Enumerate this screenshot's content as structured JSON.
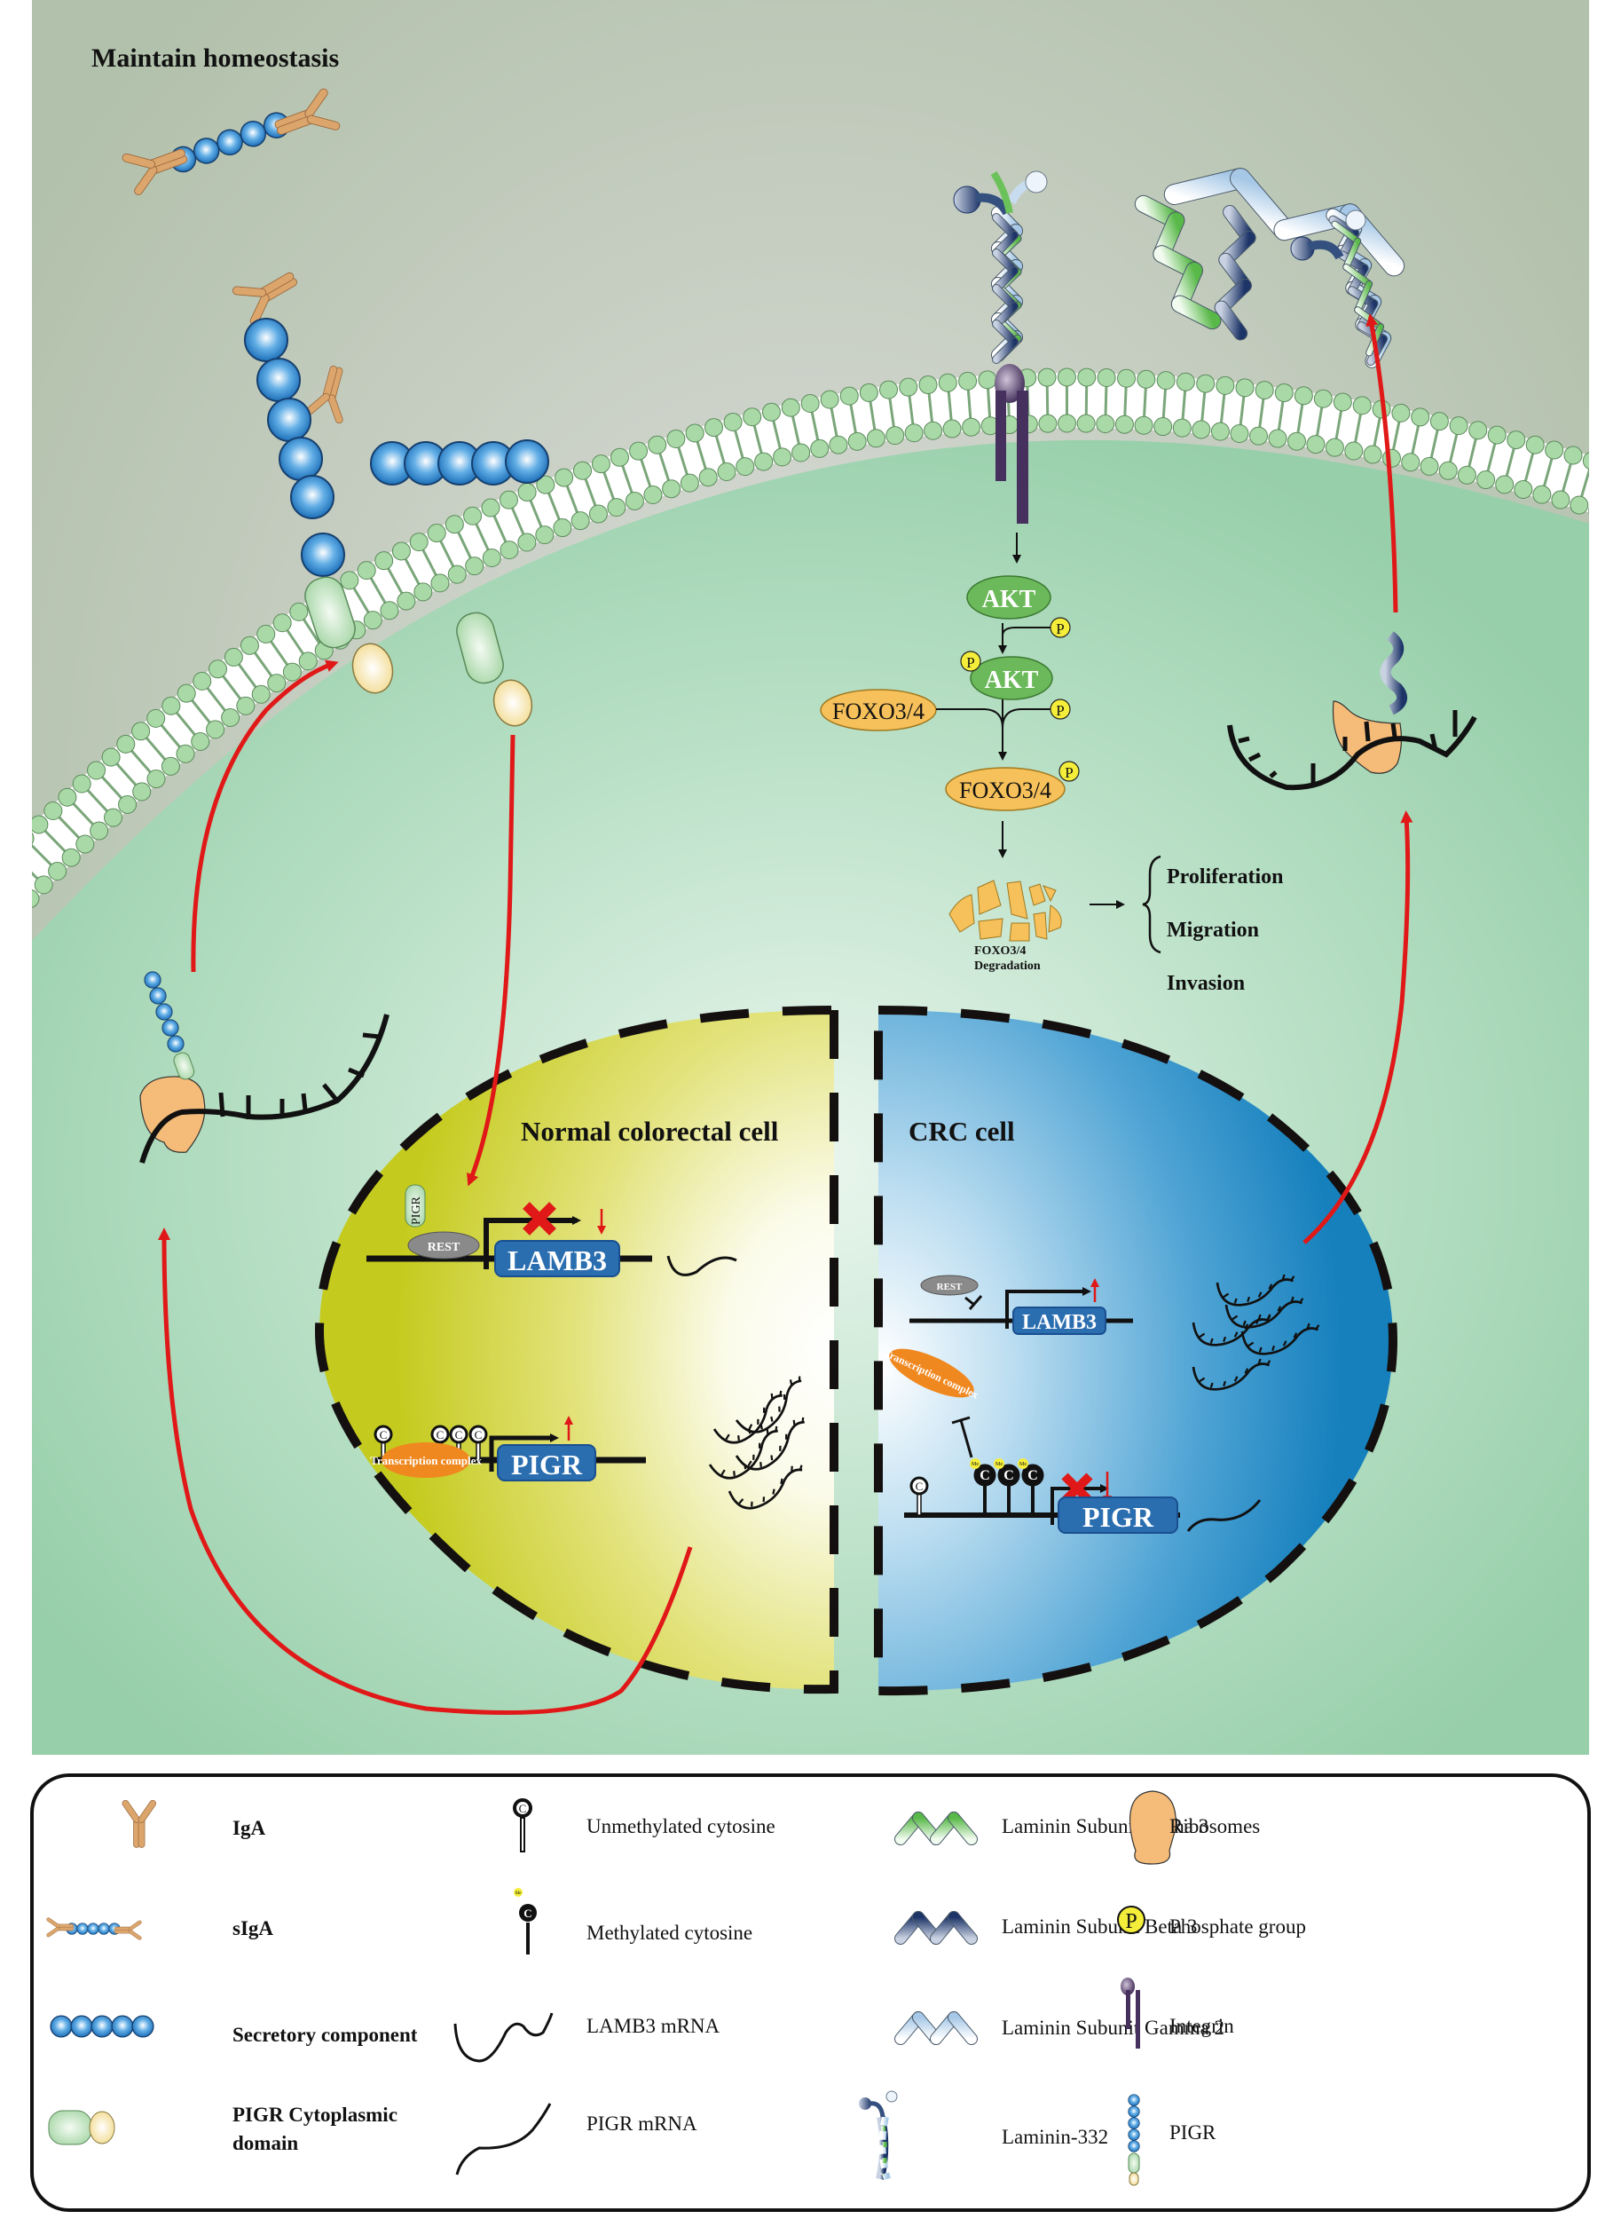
{
  "title": "Maintain homeostasis",
  "pathway": {
    "akt_label": "AKT",
    "akt_phospho_label": "AKT",
    "foxo_label": "FOXO3/4",
    "foxo_phospho_label": "FOXO3/4",
    "phosphate_symbol": "P",
    "degradation_label_line1": "FOXO3/4",
    "degradation_label_line2": "Degradation",
    "outcomes": [
      "Proliferation",
      "Migration",
      "Invasion"
    ]
  },
  "nucleus": {
    "normal": {
      "title": "Normal colorectal cell",
      "pigr_tag": "PIGR",
      "rest_label": "REST",
      "lamb3_gene": "LAMB3",
      "lamb3_status": "down",
      "transcription_complex": "Transcription complex",
      "pigr_gene": "PIGR",
      "pigr_status": "up",
      "cytosine_symbol": "C"
    },
    "crc": {
      "title": "CRC cell",
      "rest_label": "REST",
      "lamb3_gene": "LAMB3",
      "lamb3_status": "up",
      "transcription_complex": "Transcription complex",
      "pigr_gene": "PIGR",
      "pigr_status": "down",
      "cytosine_symbol": "C",
      "methyl_symbol": "Me"
    }
  },
  "legend": {
    "items": [
      {
        "icon": "iga-icon",
        "label": "IgA"
      },
      {
        "icon": "siga-icon",
        "label": "sIgA"
      },
      {
        "icon": "secretory-component-icon",
        "label": "Secretory component"
      },
      {
        "icon": "pigr-cytoplasmic-domain-icon",
        "label_line1": "PIGR Cytoplasmic",
        "label_line2": "domain"
      },
      {
        "icon": "unmethylated-cytosine-icon",
        "label": "Unmethylated cytosine"
      },
      {
        "icon": "methylated-cytosine-icon",
        "label": "Methylated cytosine"
      },
      {
        "icon": "lamb3-mrna-icon",
        "label": "LAMB3 mRNA"
      },
      {
        "icon": "pigr-mrna-icon",
        "label": "PIGR mRNA"
      },
      {
        "icon": "laminin-alpha3-icon",
        "label": "Laminin Subunit Alpha 3"
      },
      {
        "icon": "laminin-beta3-icon",
        "label": "Laminin Subunit Beta 3"
      },
      {
        "icon": "laminin-gamma2-icon",
        "label": "Laminin Subunit Gamma 2"
      },
      {
        "icon": "laminin-332-icon",
        "label": "Laminin-332"
      },
      {
        "icon": "ribosome-icon",
        "label": "Ribosomes"
      },
      {
        "icon": "phosphate-group-icon",
        "label": "Phosphate group"
      },
      {
        "icon": "integrin-icon",
        "label": "Integrin"
      },
      {
        "icon": "pigr-icon",
        "label": "PIGR"
      }
    ],
    "phosphate_symbol": "P",
    "cytosine_symbol": "C",
    "methyl_symbol": "Me"
  },
  "colors": {
    "extracellular": "#b5c3ae",
    "cytoplasm": "#9dd3b0",
    "membrane_head": "#a8d8a8",
    "arrow_red": "#e01818",
    "akt_green": "#6bb95a",
    "foxo_orange": "#f6c05a",
    "phosphate_yellow": "#f4ee3a",
    "normal_nucleus": "#c6cc20",
    "crc_nucleus": "#1a84c0",
    "gene_box": "#2a6eb0",
    "igA_tan": "#d9a46c",
    "bead_blue": "#2f88cf",
    "ribosome": "#f5bb78",
    "integrin": "#46305e"
  }
}
